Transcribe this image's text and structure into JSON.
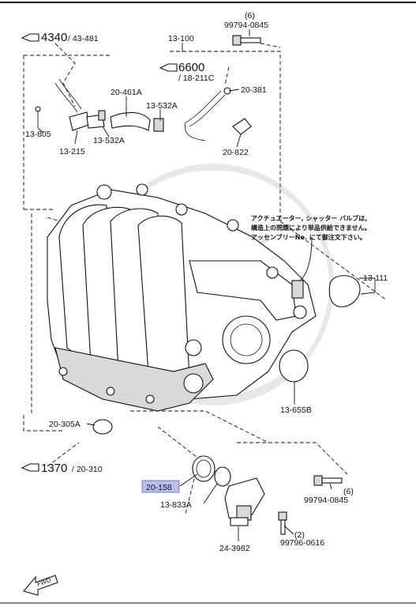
{
  "callouts": {
    "ref_4340": "4340",
    "ref_43_481": "/ 43-481",
    "ref_6600": "6600",
    "ref_18_211c": "/ 18-211C",
    "ref_1370": "1370",
    "ref_20_310": "/ 20-310"
  },
  "parts": {
    "p13_100": "13-100",
    "p99794_0845_top": "99794-0845",
    "qty_top": "(6)",
    "p20_461a": "20-461A",
    "p13_532a_a": "13-532A",
    "p13_532a_b": "13-532A",
    "p20_381": "20-381",
    "p13_805": "13-805",
    "p13_215": "13-215",
    "p20_822": "20-822",
    "p13_111": "13-111",
    "p13_655b": "13-655B",
    "p20_305a": "20-305A",
    "p20_158": "20-158",
    "p13_833a": "13-833A",
    "p99794_0845_bot": "99794-0845",
    "qty_bot": "(6)",
    "p99796_0616": "99796-0616",
    "qty_small": "(2)",
    "p24_3982": "24-3982"
  },
  "note_lines": [
    "アクチュエーター, シャッター バルブは,",
    "構造上の問題により単品供給できません。",
    "アッセンブリーNo. にて御注文下さい。"
  ],
  "fwd_label": "FWD",
  "highlight_color": "#b8bff0",
  "icons": [
    "ref-pointer-icon",
    "fwd-arrow-icon"
  ]
}
